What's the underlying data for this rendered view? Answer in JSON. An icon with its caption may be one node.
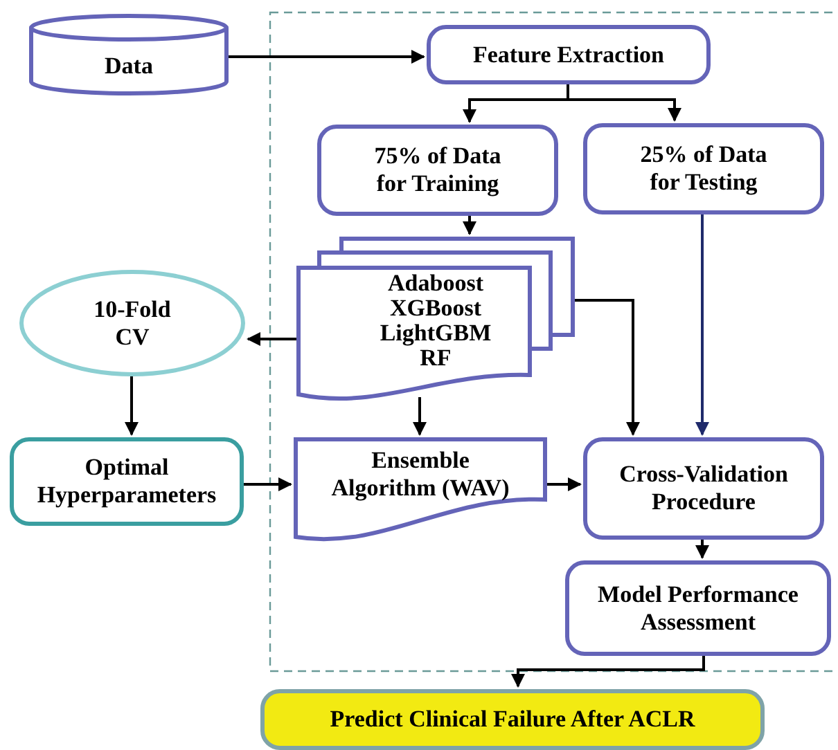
{
  "diagram": {
    "nodes": [
      {
        "text": [
          "Data"
        ]
      },
      {
        "text": [
          "Feature Extraction"
        ]
      },
      {
        "text": [
          "75% of Data for Training"
        ]
      },
      {
        "text": [
          "25% of Data for Testing"
        ]
      },
      {
        "text": [
          "Adaboost XGBoost LightGBM RF"
        ]
      },
      {
        "text": [
          "10-Fold CV"
        ]
      },
      {
        "text": [
          "Optimal Hyperparameters"
        ]
      },
      {
        "text": [
          "Ensemble Algorithm (WAV)"
        ]
      },
      {
        "text": [
          "Cross-Validation Procedure"
        ]
      },
      {
        "text": [
          "Model Performance Assessment"
        ]
      },
      {
        "text": [
          "Predict Clinical Failure After ACLR"
        ]
      }
    ],
    "edges": [
      {
        "from": 0,
        "to": 1,
        "arrow": "to"
      },
      {
        "from": 1,
        "to": 2,
        "arrow": "to"
      },
      {
        "from": 1,
        "to": 3,
        "arrow": "to"
      },
      {
        "from": 2,
        "to": 4,
        "arrow": "to"
      },
      {
        "from": 4,
        "to": 5,
        "arrow": "to"
      },
      {
        "from": 5,
        "to": 6,
        "arrow": "to"
      },
      {
        "from": 4,
        "to": 7,
        "arrow": "to"
      },
      {
        "from": 4,
        "to": 8,
        "arrow": "to"
      },
      {
        "from": 3,
        "to": 8,
        "arrow": "to",
        "color": "#1f2a6b"
      },
      {
        "from": 6,
        "to": 7,
        "arrow": "to"
      },
      {
        "from": 7,
        "to": 8,
        "arrow": "to"
      },
      {
        "from": 8,
        "to": 9,
        "arrow": "to"
      },
      {
        "from": 9,
        "to": 10,
        "arrow": "to"
      }
    ]
  }
}
